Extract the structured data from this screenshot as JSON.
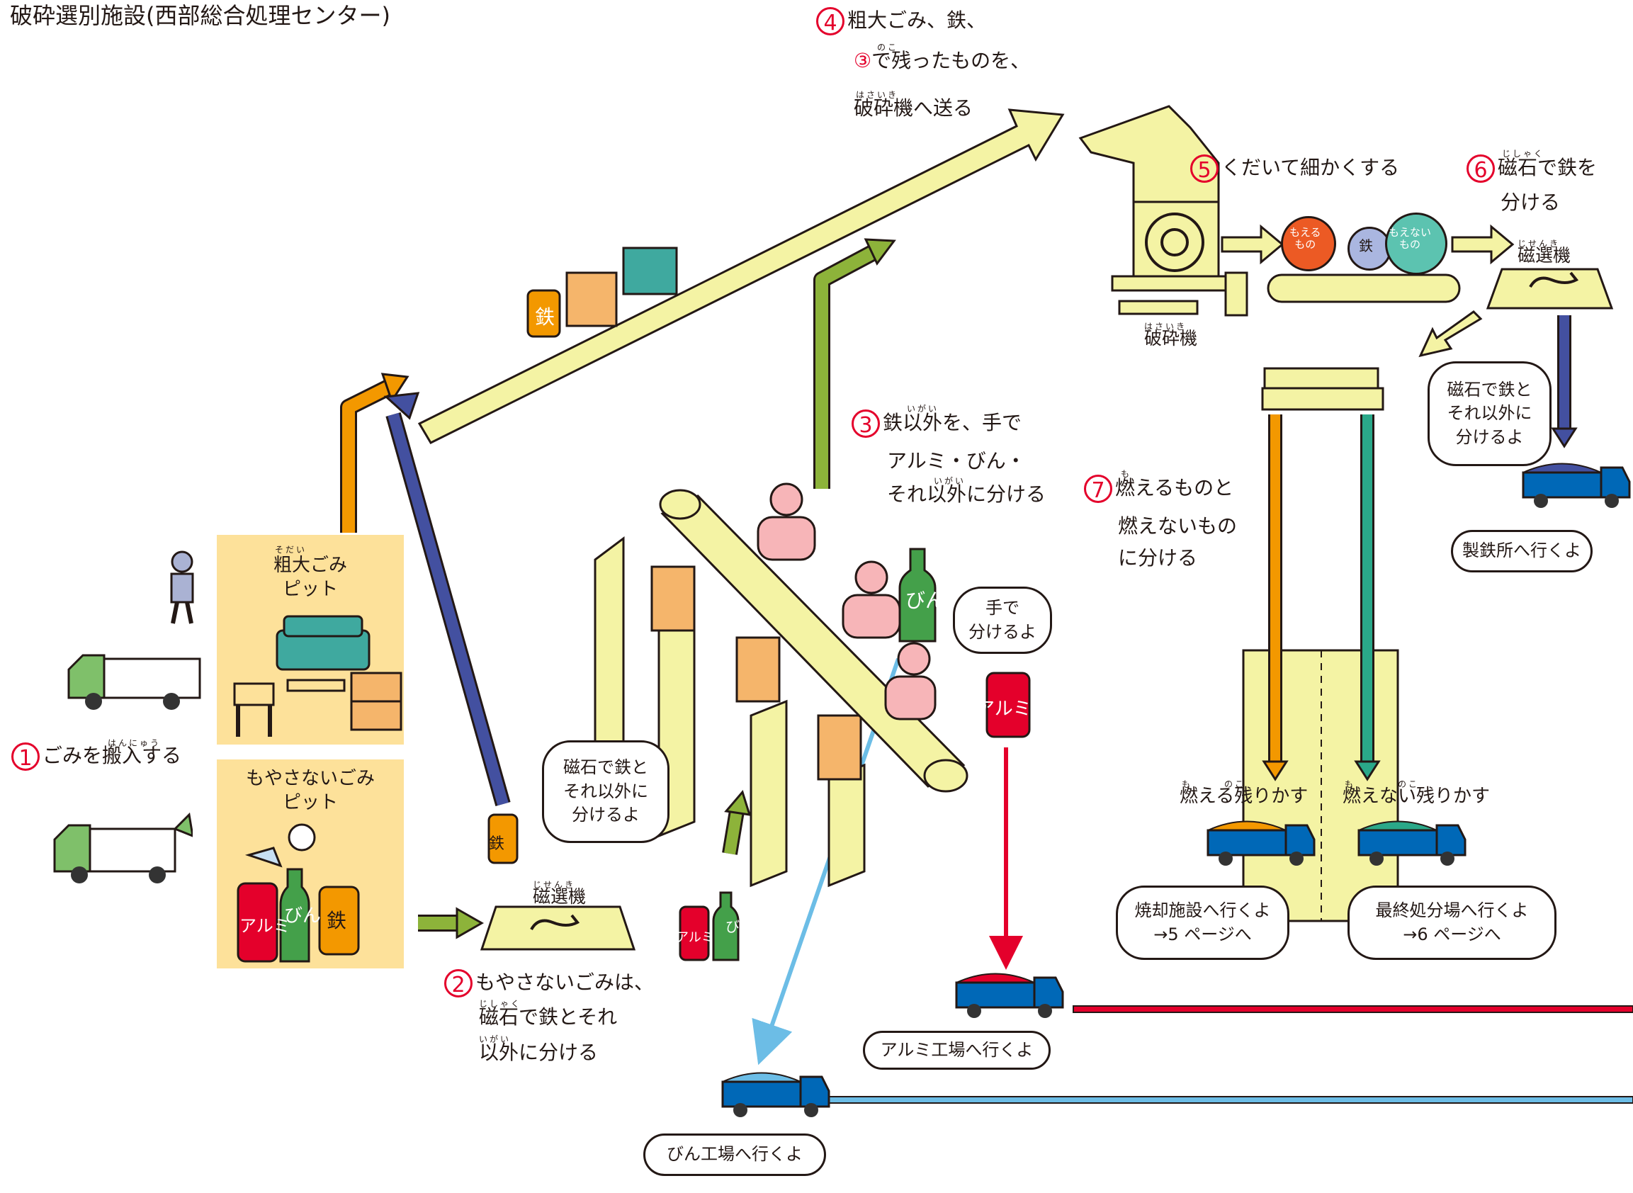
{
  "title": "破砕選別施設(西部総合処理センター)",
  "colors": {
    "pit": "#fde19a",
    "machine": "#f4f3a4",
    "arrow_yellow": "#f4f3a4",
    "orange": "#f39800",
    "navy": "#4350a0",
    "green": "#8db33a",
    "red": "#e4002b",
    "light_blue": "#6cbde6",
    "teal": "#2aa889",
    "truck_blue": "#0068b7"
  },
  "steps": {
    "s1": {
      "num": "1",
      "text": "ごみを搬入する",
      "ruby": "はんにゅう"
    },
    "s2": {
      "num": "2",
      "line1": "もやさないごみは、",
      "line2": "磁石で鉄とそれ",
      "line3": "以外に分ける",
      "ruby_a": "じしゃく",
      "ruby_b": "いがい"
    },
    "s3": {
      "num": "3",
      "line1": "鉄以外を、手で",
      "line2": "アルミ・びん・",
      "line3": "それ以外に分ける",
      "ruby_a": "いがい",
      "ruby_b": "いがい"
    },
    "s4": {
      "num": "4",
      "line1": "粗大ごみ、鉄、",
      "line2_num": "③",
      "line2": "で残ったものを、",
      "line3": "破砕機へ送る",
      "ruby_a": "のこ",
      "ruby_b": "はさいき"
    },
    "s5": {
      "num": "5",
      "text": "くだいて細かくする"
    },
    "s6": {
      "num": "6",
      "line1": "磁石で鉄を",
      "line2": "分ける",
      "ruby": "じしゃく"
    },
    "s7": {
      "num": "7",
      "line1": "燃えるものと",
      "line2": "燃えないもの",
      "line3": "に分ける",
      "ruby": "も"
    }
  },
  "pits": {
    "sodai": {
      "line1": "粗大ごみ",
      "line2": "ピット",
      "ruby": "そだい"
    },
    "moyasanai": {
      "line1": "もやさないごみ",
      "line2": "ピット"
    }
  },
  "machines": {
    "magnet1": {
      "label": "磁選機",
      "ruby": "じせんき"
    },
    "magnet2": {
      "label": "磁選機",
      "ruby": "じせんき"
    },
    "crusher": {
      "label": "破砕機",
      "ruby": "はさいき"
    }
  },
  "bubbles": {
    "magnet_note": "磁石で鉄と\nそれ以外に\n分けるよ",
    "magnet_note2": "磁石で鉄と\nそれ以外に\n分けるよ",
    "hand_note": "手で\n分けるよ",
    "aluminum": "アルミ工場へ行くよ",
    "bottle": "びん工場へ行くよ",
    "steel": "製鉄所へ行くよ",
    "incinerator": "焼却施設へ行くよ\n→5 ページへ",
    "landfill": "最終処分場へ行くよ\n→6 ページへ"
  },
  "item_labels": {
    "iron": "鉄",
    "bottle": "びん",
    "aluminum": "アルミ"
  },
  "chips": {
    "burnable": "もえる\nもの",
    "iron": "鉄",
    "nonburnable": "もえない\nもの"
  },
  "outputs": {
    "burnable": {
      "label": "燃える残りかす",
      "ruby": "も　　　のこ"
    },
    "nonburnable": {
      "label": "燃えない残りかす",
      "ruby": "も　　　　のこ"
    }
  }
}
